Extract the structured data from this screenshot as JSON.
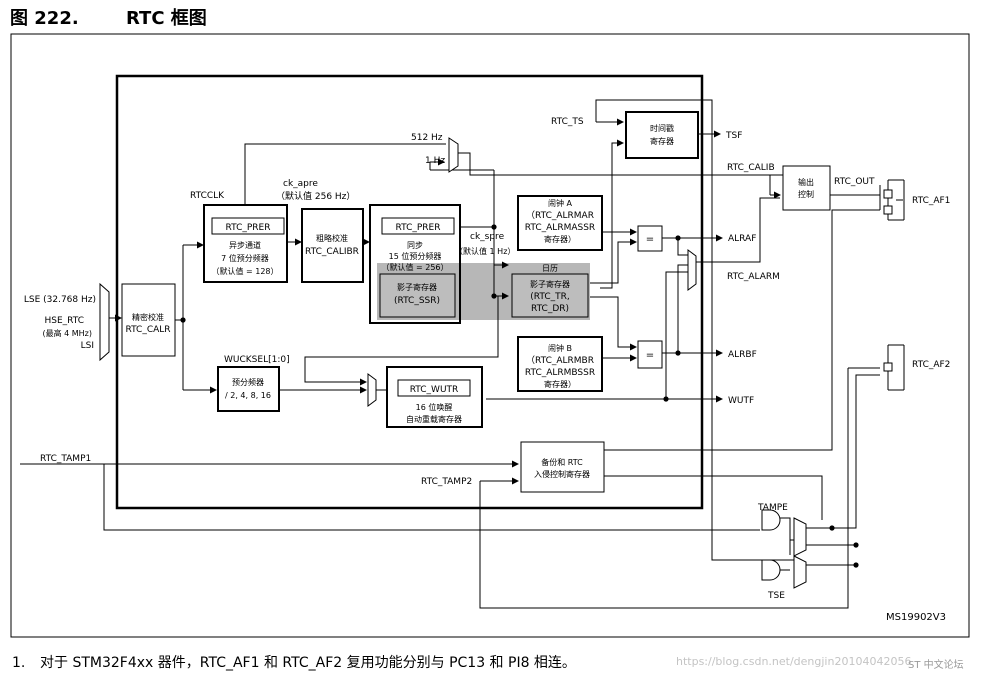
{
  "figure": {
    "number": "图 222.",
    "name": "RTC 框图",
    "code": "MS19902V3"
  },
  "inputs": {
    "lse": "LSE (32.768 Hz)",
    "hse": "HSE_RTC",
    "hse_note": "(最高 4 MHz)",
    "lsi": "LSI"
  },
  "signals": {
    "rtcclk": "RTCCLK",
    "ck_apre": "ck_apre",
    "ck_apre_note": "（默认值 256 Hz）",
    "f512": "512 Hz",
    "f1": "1 Hz",
    "ck_spre": "ck_spre",
    "ck_spre_note": "（默认值 1 Hz）",
    "wucksel": "WUCKSEL[1:0]",
    "rtc_ts": "RTC_TS",
    "tsf": "TSF",
    "rtc_calib": "RTC_CALIB",
    "rtc_out": "RTC_OUT",
    "alraf": "ALRAF",
    "rtc_alarm": "RTC_ALARM",
    "alrbf": "ALRBF",
    "wutf": "WUTF",
    "rtc_tamp1": "RTC_TAMP1",
    "rtc_tamp2": "RTC_TAMP2",
    "tampe": "TAMPE",
    "tse": "TSE",
    "rtc_af1": "RTC_AF1",
    "rtc_af2": "RTC_AF2"
  },
  "blocks": {
    "calr": {
      "line1": "精密校准",
      "line2": "RTC_CALR"
    },
    "async": {
      "reg": "RTC_PRER",
      "line1": "异步通道",
      "line2": "7 位预分频器",
      "line3": "（默认值 = 128）"
    },
    "calib": {
      "line1": "粗略校准",
      "line2": "RTC_CALIBR"
    },
    "sync": {
      "reg": "RTC_PRER",
      "line1": "同步",
      "line2": "15 位预分频器",
      "line3": "（默认值 = 256）",
      "shadow1": "影子寄存器",
      "shadow2": "(RTC_SSR)"
    },
    "calendar": {
      "label": "日历",
      "line1": "影子寄存器",
      "line2": "(RTC_TR,",
      "line3": "RTC_DR)"
    },
    "prediv": {
      "line1": "预分频器",
      "line2": "/ 2, 4, 8, 16"
    },
    "wutr": {
      "reg": "RTC_WUTR",
      "line1": "16 位唤醒",
      "line2": "自动重载寄存器"
    },
    "timestamp": {
      "line1": "时间戳",
      "line2": "寄存器"
    },
    "alarm_a": {
      "line1": "闹钟 A",
      "line2": "（RTC_ALRMAR",
      "line3": "RTC_ALRMASSR",
      "line4": "寄存器）"
    },
    "alarm_b": {
      "line1": "闹钟 B",
      "line2": "（RTC_ALRMBR",
      "line3": "RTC_ALRMBSSR",
      "line4": "寄存器）"
    },
    "output": {
      "line1": "输出",
      "line2": "控制"
    },
    "backup": {
      "line1": "备份和 RTC",
      "line2": "入侵控制寄存器"
    },
    "eq_a": "=",
    "eq_b": "="
  },
  "footnote": {
    "index": "1.",
    "text": "对于 STM32F4xx 器件，RTC_AF1 和 RTC_AF2 复用功能分别与 PC13 和 PI8 相连。"
  },
  "watermark": "https://blog.csdn.net/dengjin20104042056",
  "brand": "ST 中文论坛"
}
